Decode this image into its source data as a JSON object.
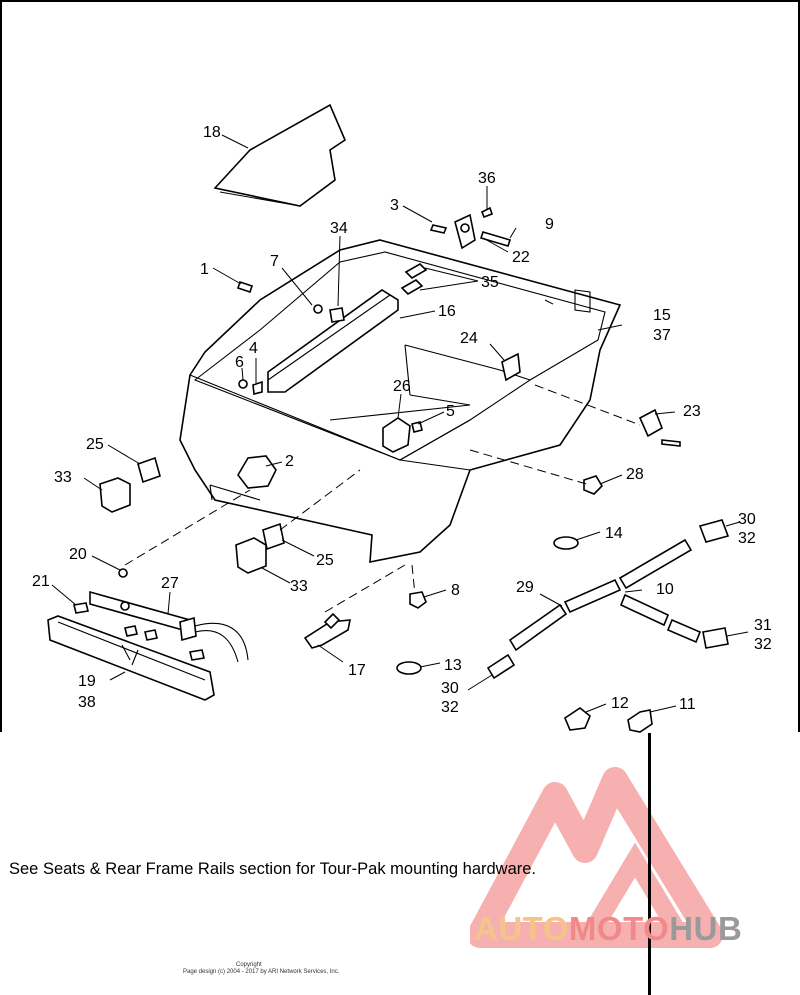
{
  "labels": {
    "p1": "1",
    "p2": "2",
    "p3": "3",
    "p4": "4",
    "p5": "5",
    "p6": "6",
    "p7": "7",
    "p8": "8",
    "p9": "9",
    "p10": "10",
    "p11": "11",
    "p12": "12",
    "p13": "13",
    "p14": "14",
    "p15": "15",
    "p37": "37",
    "p16": "16",
    "p17": "17",
    "p18": "18",
    "p19": "19",
    "p38": "38",
    "p20": "20",
    "p21": "21",
    "p22": "22",
    "p23": "23",
    "p24": "24",
    "p25a": "25",
    "p25b": "25",
    "p26": "26",
    "p27": "27",
    "p28": "28",
    "p29": "29",
    "p30a": "30",
    "p32a": "32",
    "p30b": "30",
    "p32b": "32",
    "p31": "31",
    "p32c": "32",
    "p33a": "33",
    "p33b": "33",
    "p34": "34",
    "p35": "35",
    "p36": "36"
  },
  "note": "See Seats & Rear Frame Rails section for Tour-Pak mounting hardware.",
  "copyright": {
    "line1": "Copyright",
    "line2": "Page design (c) 2004 - 2017 by ARI Network Services, Inc."
  },
  "watermark": {
    "part1": "AUTO",
    "part2": "MOTO",
    "part3": "HUB",
    "colors": {
      "auto": "#f5c48a",
      "moto": "#f08a8a",
      "hub": "#9a9a9a",
      "triangle": "#f07070"
    }
  }
}
